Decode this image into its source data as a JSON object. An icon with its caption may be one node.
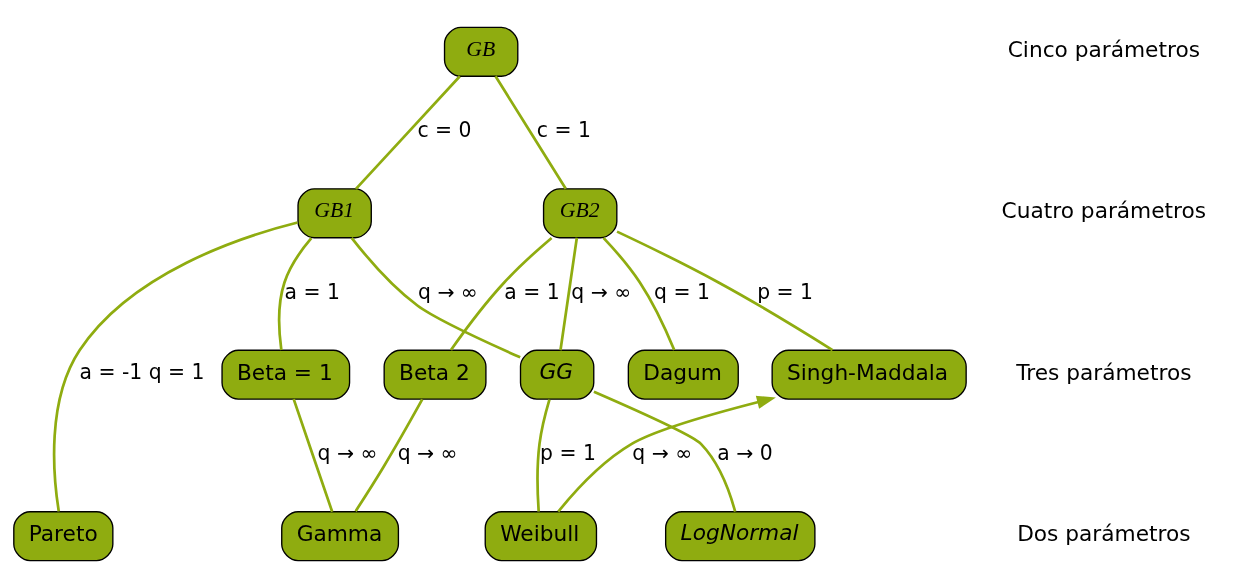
{
  "diagram": {
    "nodes": [
      {
        "text": [
          "GB"
        ]
      },
      {
        "text": [
          "GB1"
        ]
      },
      {
        "text": [
          "GB2"
        ]
      },
      {
        "text": [
          "Beta = 1"
        ]
      },
      {
        "text": [
          "GG"
        ]
      },
      {
        "text": [
          "Beta 2"
        ]
      },
      {
        "text": [
          "Singh-Maddala"
        ]
      },
      {
        "text": [
          "Dagum"
        ]
      },
      {
        "text": [
          "Pareto"
        ]
      },
      {
        "text": [
          "LogNormal"
        ]
      },
      {
        "text": [
          "Gamma"
        ]
      },
      {
        "text": [
          "Weibull"
        ]
      }
    ],
    "edges": [
      {
        "from": 0,
        "to": 1,
        "arrow": "none",
        "label": "c = 0"
      },
      {
        "from": 0,
        "to": 2,
        "arrow": "none",
        "label": "c = 1"
      },
      {
        "from": 1,
        "to": 8,
        "arrow": "none",
        "label": "a = -1 q = 1"
      },
      {
        "from": 1,
        "to": 3,
        "arrow": "none",
        "label": "a = 1"
      },
      {
        "from": 1,
        "to": 4,
        "arrow": "none",
        "label": "q → ∞"
      },
      {
        "from": 2,
        "to": 4,
        "arrow": "none",
        "label": "q → ∞"
      },
      {
        "from": 2,
        "to": 5,
        "arrow": "none",
        "label": "a = 1"
      },
      {
        "from": 2,
        "to": 6,
        "arrow": "none",
        "label": "p = 1"
      },
      {
        "from": 2,
        "to": 7,
        "arrow": "none",
        "label": "q = 1"
      },
      {
        "from": 3,
        "to": 10,
        "arrow": "none",
        "label": "q → ∞"
      },
      {
        "from": 4,
        "to": 9,
        "arrow": "none",
        "label": "a → 0"
      },
      {
        "from": 5,
        "to": 10,
        "arrow": "none",
        "label": "q → ∞"
      },
      {
        "from": 4,
        "to": 11,
        "arrow": "none",
        "label": "p = 1"
      },
      {
        "from": 11,
        "to": 6,
        "arrow": "to",
        "label": "q → ∞"
      }
    ],
    "labels": [
      "Cinco parámetros",
      "Cuatro parámetros",
      "Tres parámetros",
      "Dos parámetros"
    ]
  }
}
